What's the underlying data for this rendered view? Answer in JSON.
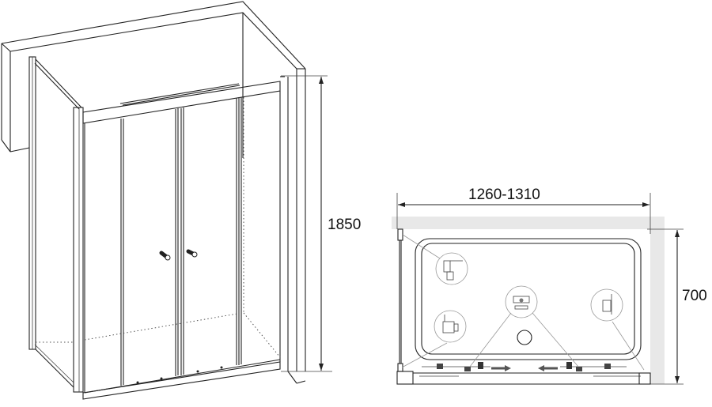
{
  "iso_view": {
    "height_dimension": "1850"
  },
  "plan_view": {
    "width_dimension": "1260-1310",
    "depth_dimension": "700"
  },
  "colors": {
    "line": "#222222",
    "wall_fill": "#e8e8e8",
    "background": "#ffffff"
  }
}
